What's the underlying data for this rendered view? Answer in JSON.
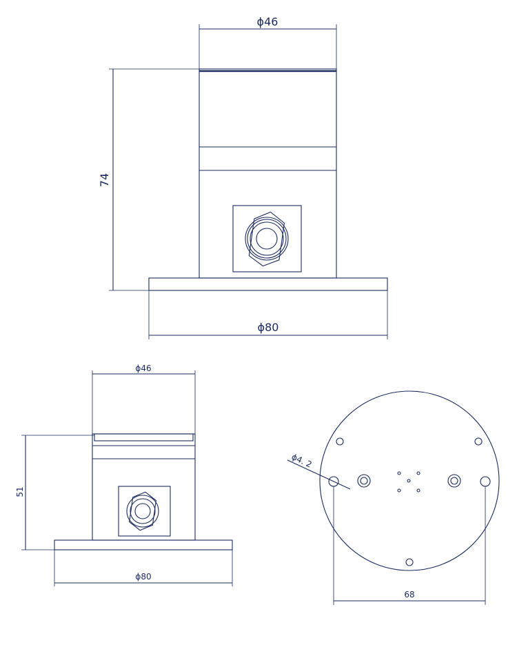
{
  "colors": {
    "line": "#1a2a5e",
    "background": "#ffffff"
  },
  "views": {
    "front": {
      "dim_width_top": "ϕ46",
      "dim_height": "74",
      "dim_width_base": "ϕ80"
    },
    "side": {
      "dim_width_top": "ϕ46",
      "dim_height": "51",
      "dim_width_base": "ϕ80"
    },
    "bottom": {
      "dim_hole": "ϕ4. 2",
      "dim_spacing": "68"
    }
  }
}
